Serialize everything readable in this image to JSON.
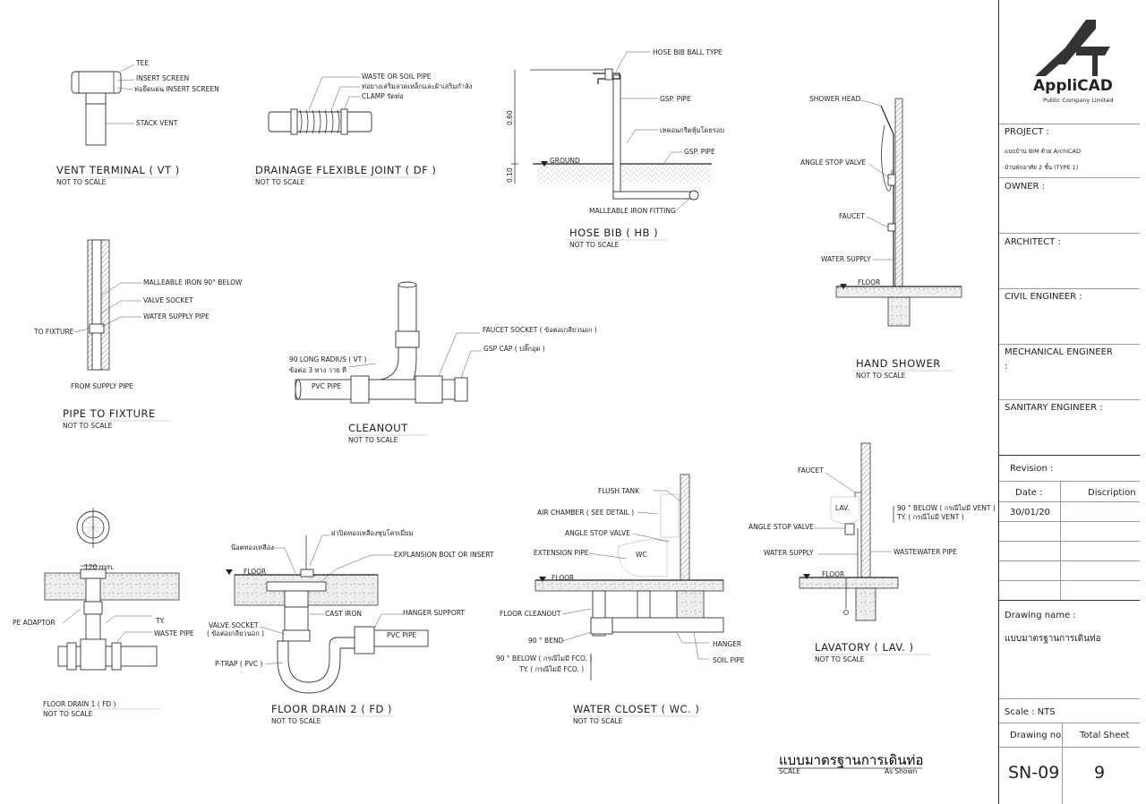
{
  "details": {
    "vent_terminal": {
      "title": "VENT  TERMINAL   ( VT )",
      "scale": "NOT TO SCALE",
      "labels": [
        "TEE",
        "INSERT SCREEN",
        "ท่อยึดแผ่น INSERT SCREEN",
        "STACK  VENT"
      ]
    },
    "drainage_joint": {
      "title": "DRAINAGE FLEXIBLE  JOINT ( DF )",
      "scale": "NOT TO SCALE",
      "labels": [
        "WASTE OR SOIL PIPE",
        "ท่อยางเสริมลวดเหล็กและผ้าเสริมกำลัง",
        "CLAMP  รัดท่อ"
      ]
    },
    "hose_bib": {
      "title": "HOSE  BIB   ( HB )",
      "scale": "NOT TO SCALE",
      "labels": [
        "HOSE BIB BALL  TYPE",
        "GSP.  PIPE",
        "เทคอนกรีตหุ้มโดยรอบ",
        "GSP.  PIPE",
        "MALLEABLE  IRON  FITTING",
        "GROUND",
        "0.60",
        "0.10"
      ]
    },
    "hand_shower": {
      "title": "HAND  SHOWER",
      "scale": "NOT TO SCALE",
      "labels": [
        "SHOWER  HEAD",
        "ANGLE  STOP  VALVE",
        "FAUCET",
        "WATER SUPPLY",
        "FLOOR"
      ]
    },
    "pipe_fixture": {
      "title": "PIPE TO  FIXTURE",
      "scale": "NOT TO SCALE",
      "labels": [
        "MALLEABLE  IRON  90° BELOW",
        "VALVE  SOCKET",
        "WATER  SUPPLY  PIPE",
        "TO  FIXTURE",
        "FROM  SUPPLY  PIPE"
      ]
    },
    "cleanout": {
      "title": "CLEANOUT",
      "scale": "NOT TO SCALE",
      "labels": [
        "FAUCET  SOCKET ( ข้อต่อเกลียวนอก )",
        "GSP  CAP ( ปลั๊กอุด )",
        "90  LONG RADIUS ( VT )",
        "ข้อต่อ 3 ทาง วาย  ที",
        "PVC  PIPE"
      ]
    },
    "floor_drain_1": {
      "title": "FLOOR  DRAIN 1    ( FD )",
      "scale": "NOT TO SCALE",
      "labels": [
        "120 mm.",
        "PE  ADAPTOR",
        "TY.",
        "WASTE  PIPE"
      ]
    },
    "floor_drain_2": {
      "title": "FLOOR  DRAIN 2     ( FD )",
      "scale": "NOT TO SCALE",
      "labels": [
        "ฝาปิดทองเหลืองชุบโครเมี่ยม",
        "น๊อตทองเหลือง",
        "FLOOR",
        "EXPLANSION  BOLT  OR  INSERT",
        "CAST  IRON",
        "HANGER  SUPPORT",
        "VALVE SOCKET",
        "( ข้อต่อเกลียวนอก )",
        "PVC  PIPE",
        "P-TRAP ( PVC )"
      ]
    },
    "water_closet": {
      "title": "WATER  CLOSET    ( WC. )",
      "scale": "NOT TO SCALE",
      "labels": [
        "FLUSH  TANK",
        "AIR  CHAMBER  ( SEE  DETAIL )",
        "ANGLE  STOP VALVE",
        "EXTENSION  PIPE",
        "FLOOR",
        "FLOOR  CLEANOUT",
        "90 °  BEND",
        "HANGER",
        "90 °  BELOW ( กรณีไม่มี FCO. )",
        "TY.  ( กรณีไม่มี FCO. )",
        "SOIL  PIPE",
        "WC"
      ]
    },
    "lavatory": {
      "title": "LAVATORY    ( LAV. )",
      "scale": "NOT TO SCALE",
      "labels": [
        "FAUCET",
        "LAV.",
        "90 °  BELOW ( กรณีไม่มี VENT )",
        "TY.  ( กรณีไม่มี VENT )",
        "ANGLE  STOP VALVE",
        "WATER  SUPPLY",
        "WASTEWATER  PIPE",
        "FLOOR"
      ]
    }
  },
  "drawing": {
    "title": "แบบมาตรฐานการเดินท่อ",
    "scale_label": "SCALE",
    "scale_value": "As Shown"
  },
  "title_block": {
    "company": "AppliCAD",
    "company_sub": "Public Company Limited",
    "project_label": "PROJECT :",
    "project_line1": "แบบบ้าน BIM ด้วย ArchiCAD",
    "project_line2": "บ้านพักอาศัย 2 ชั้น  (TYPE 1)",
    "owner_label": "OWNER :",
    "architect_label": "ARCHITECT :",
    "civil_label": "CIVIL ENGINEER :",
    "mech_label": "MECHANICAL ENGINEER",
    "mech_colon": ":",
    "sanitary_label": "SANITARY ENGINEER :",
    "revision_label": "Revision :",
    "date_label": "Date :",
    "description_label": "Discription",
    "revision_date": "30/01/20",
    "drawing_name_label": "Drawing name :",
    "drawing_name": "แบบมาตรฐานการเดินท่อ",
    "scale_text": "Scale :   NTS",
    "drawing_no_label": "Drawing no.",
    "total_sheet_label": "Total Sheet",
    "drawing_no": "SN-09",
    "total_sheet": "9"
  },
  "colors": {
    "line": "#333333",
    "paper": "#ffffff",
    "concrete": "#e8e8e8"
  }
}
